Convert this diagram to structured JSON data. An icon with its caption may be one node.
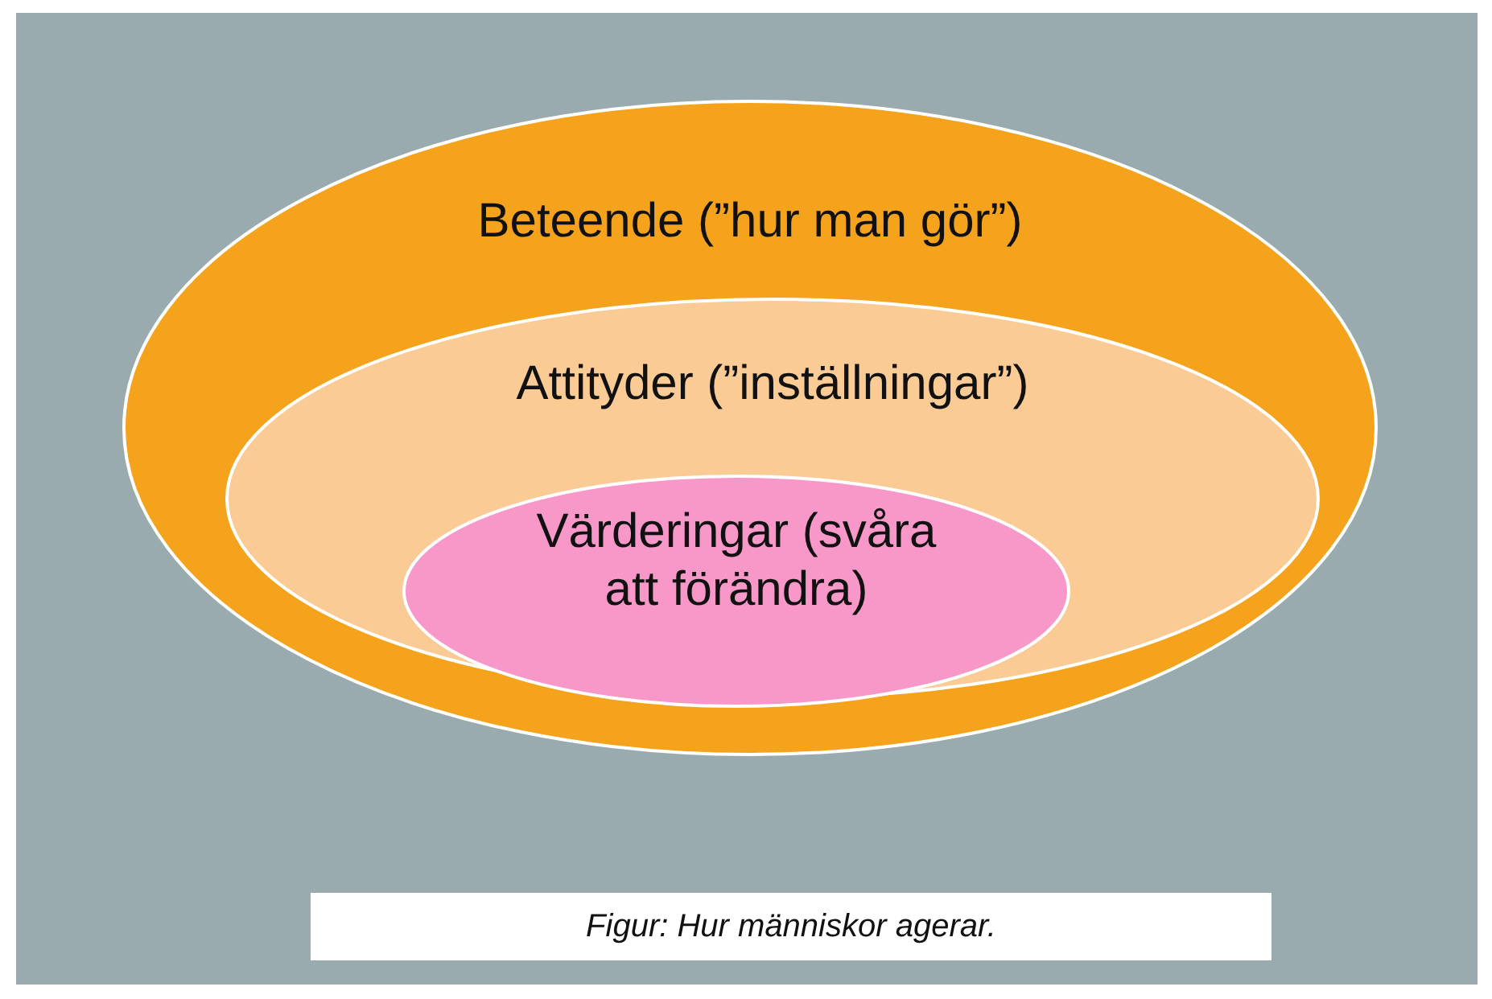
{
  "diagram": {
    "caption": "Figur: Hur människor agerar.",
    "nodes": [
      {
        "text": [
          "Beteende (”hur man gör”)"
        ]
      },
      {
        "text": [
          "Attityder (”inställningar”)"
        ],
        "in": 0
      },
      {
        "text": [
          "Värderingar (svåra att förändra)"
        ],
        "in": 1
      }
    ]
  }
}
